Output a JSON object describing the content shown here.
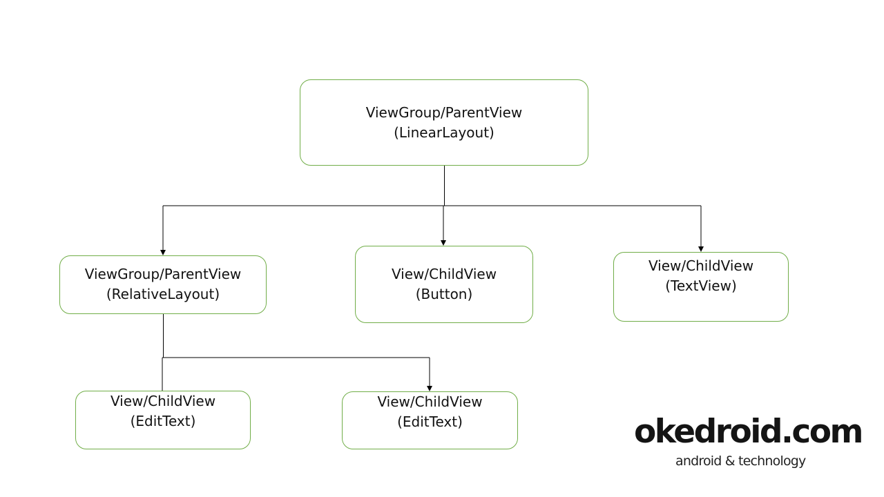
{
  "diagram": {
    "nodes": {
      "root": {
        "line1": "ViewGroup/ParentView",
        "line2": "(LinearLayout)"
      },
      "relative_layout": {
        "line1": "ViewGroup/ParentView",
        "line2": "(RelativeLayout)"
      },
      "button": {
        "line1": "View/ChildView",
        "line2": "(Button)"
      },
      "text_view": {
        "line1": "View/ChildView",
        "line2": "(TextView)"
      },
      "edit_text_1": {
        "line1": "View/ChildView",
        "line2": "(EditText)"
      },
      "edit_text_2": {
        "line1": "View/ChildView",
        "line2": "(EditText)"
      }
    },
    "edges": [
      {
        "from": "root",
        "to": "relative_layout"
      },
      {
        "from": "root",
        "to": "button"
      },
      {
        "from": "root",
        "to": "text_view"
      },
      {
        "from": "relative_layout",
        "to": "edit_text_1"
      },
      {
        "from": "relative_layout",
        "to": "edit_text_2"
      }
    ],
    "colors": {
      "node_border": "#70ad47",
      "connector": "#000000"
    }
  },
  "logo": {
    "brand": "okedroid.com",
    "tagline": "android & technology"
  }
}
